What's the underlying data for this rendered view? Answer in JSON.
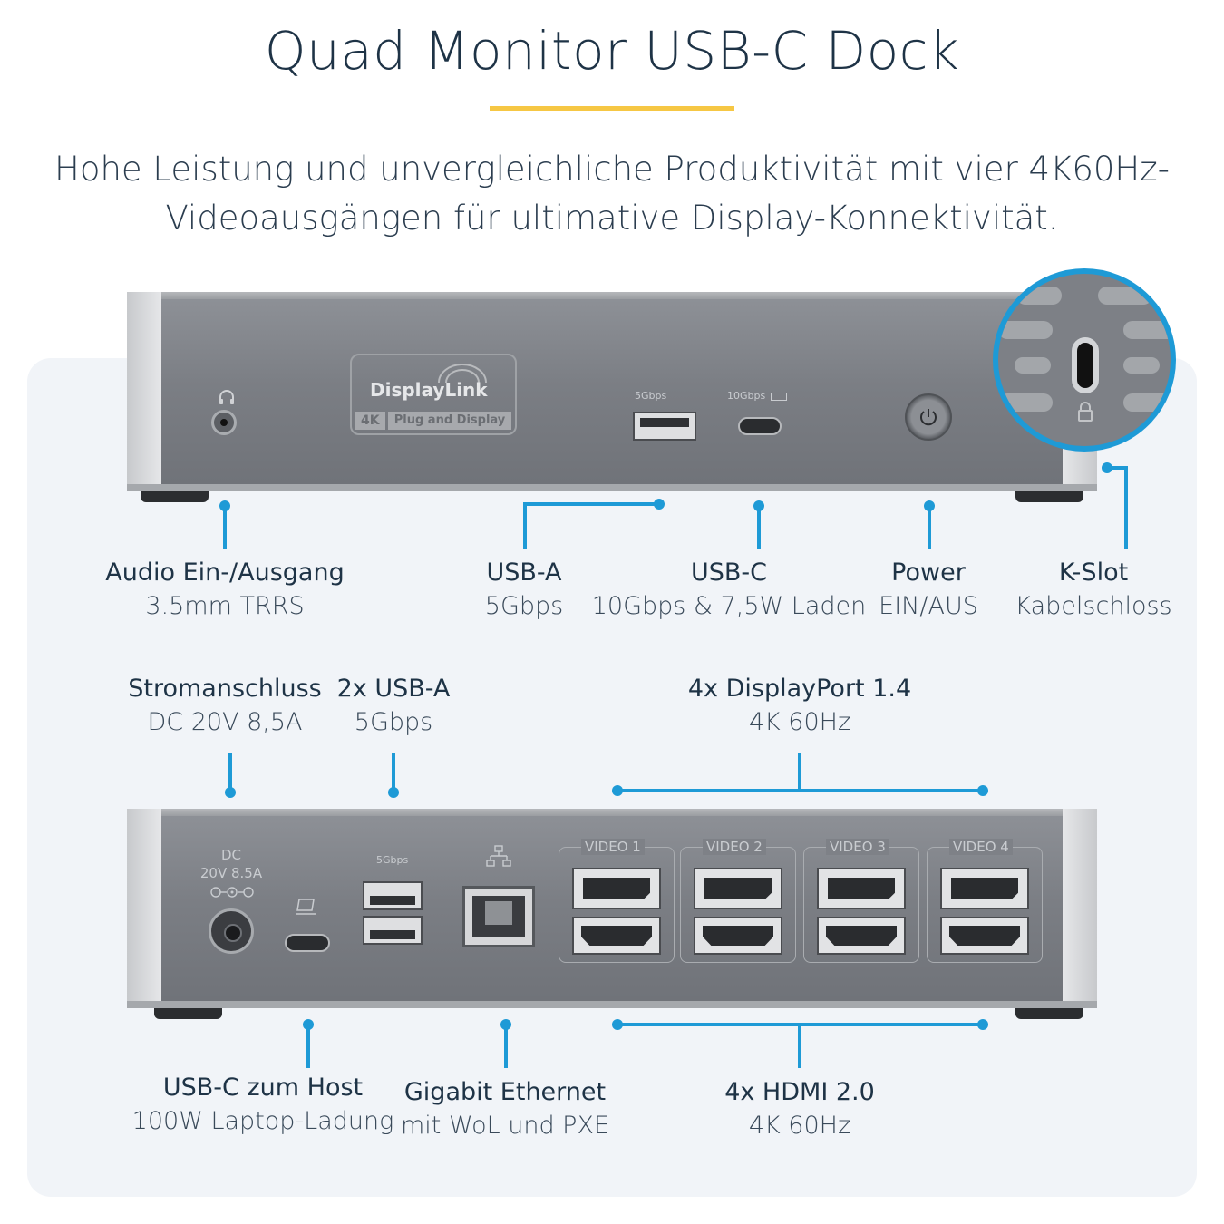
{
  "header": {
    "title": "Quad Monitor USB-C Dock",
    "subtitle_line1": "Hohe Leistung und unvergleichliche Produktivität mit vier 4K60Hz-",
    "subtitle_line2": "Videoausgängen für ultimative Display-Konnektivität."
  },
  "colors": {
    "accent_bar": "#f6c744",
    "callout": "#1e9ad6",
    "panel": "#f1f4f8",
    "text": "#1e3346"
  },
  "front": {
    "logo_brand": "DisplayLink",
    "logo_badge": "4K",
    "logo_tagline": "Plug and Display",
    "usba_port_label": "5Gbps",
    "usbc_port_label": "10Gbps",
    "icons": [
      "headphone-icon",
      "power-icon",
      "lock-icon"
    ],
    "callouts": [
      {
        "title": "Audio Ein-/Ausgang",
        "sub": "3.5mm TRRS"
      },
      {
        "title": "USB-A",
        "sub": "5Gbps"
      },
      {
        "title": "USB-C",
        "sub": "10Gbps & 7,5W Laden"
      },
      {
        "title": "Power",
        "sub": "EIN/AUS"
      },
      {
        "title": "K-Slot",
        "sub": "Kabelschloss"
      }
    ]
  },
  "rear": {
    "dc_label_1": "DC",
    "dc_label_2": "20V 8.5A",
    "usba_port_label": "5Gbps",
    "video_labels": [
      "VIDEO 1",
      "VIDEO 2",
      "VIDEO 3",
      "VIDEO 4"
    ],
    "icons": [
      "laptop-icon",
      "network-icon",
      "polarity-icon"
    ],
    "callouts_top": [
      {
        "title": "Stromanschluss",
        "sub": "DC 20V 8,5A"
      },
      {
        "title": "2x USB-A",
        "sub": "5Gbps"
      },
      {
        "title": "4x DisplayPort 1.4",
        "sub": "4K 60Hz"
      }
    ],
    "callouts_bottom": [
      {
        "title": "USB-C zum Host",
        "sub": "100W Laptop-Ladung"
      },
      {
        "title": "Gigabit Ethernet",
        "sub": "mit WoL und PXE"
      },
      {
        "title": "4x HDMI 2.0",
        "sub": "4K 60Hz"
      }
    ]
  }
}
